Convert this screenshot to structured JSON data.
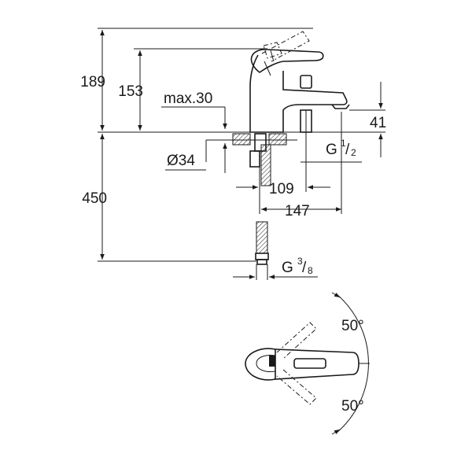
{
  "dimensions": {
    "height_total": "189",
    "height_spout": "153",
    "max_thickness": "max.30",
    "height_spout_outlet": "41",
    "hole_diameter": "Ø34",
    "outlet_thread_prefix": "G",
    "outlet_thread_num": "1",
    "outlet_thread_den": "2",
    "hose_length": "450",
    "projection_outlet": "109",
    "projection_total": "147",
    "supply_thread_prefix": "G",
    "supply_thread_num": "3",
    "supply_thread_den": "8",
    "angle_upper": "50°",
    "angle_lower": "50°"
  },
  "colors": {
    "line": "#1a1a1a",
    "background": "#ffffff"
  }
}
